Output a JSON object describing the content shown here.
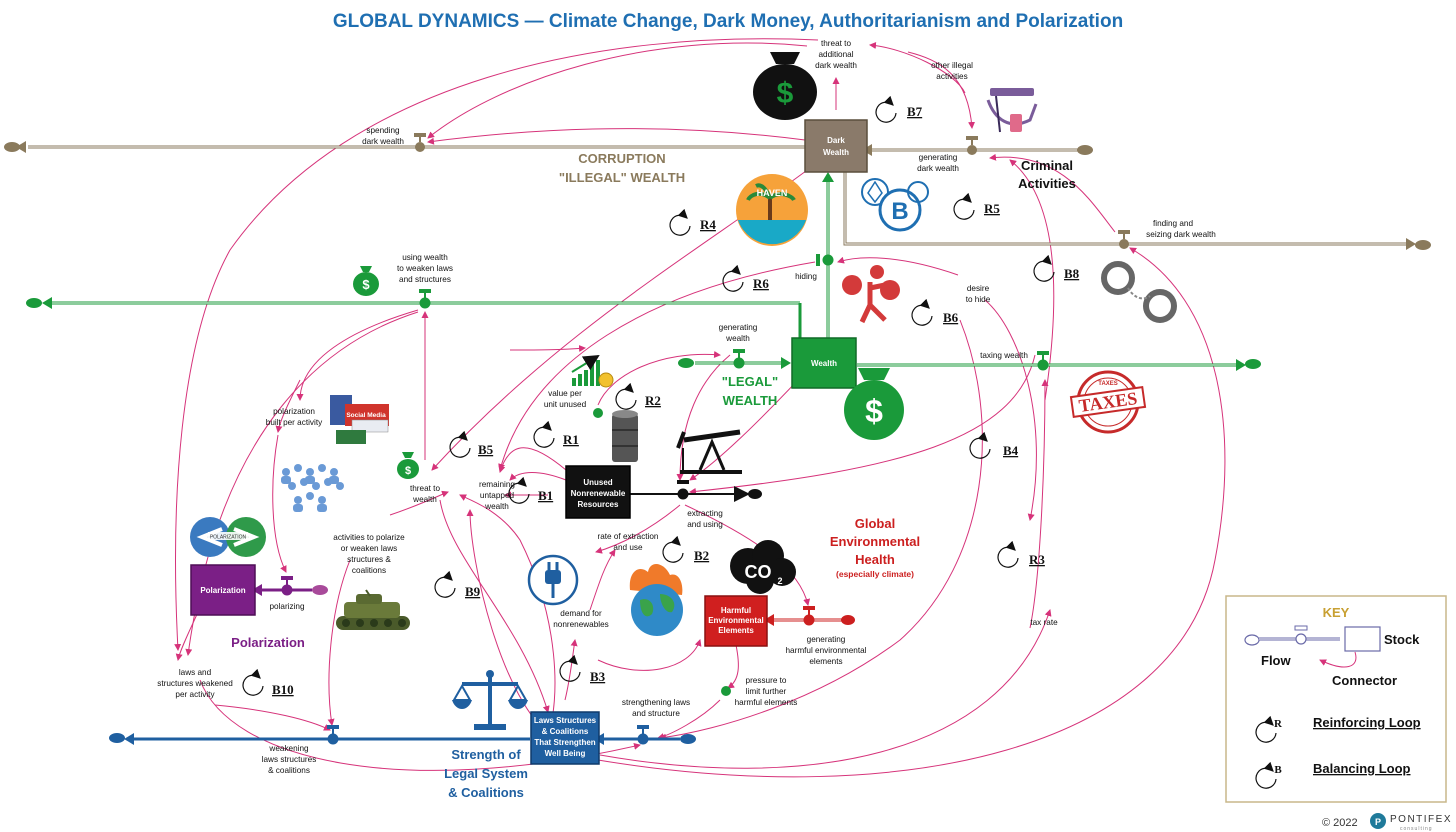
{
  "title": "GLOBAL DYNAMICS — Climate Change, Dark Money, Authoritarianism and Polarization",
  "sections": {
    "corruption": [
      "CORRUPTION",
      "\"ILLEGAL\" WEALTH"
    ],
    "criminal": [
      "Criminal",
      "Activities"
    ],
    "legal": [
      "\"LEGAL\"",
      "WEALTH"
    ],
    "environment": [
      "Global",
      "Environmental",
      "Health"
    ],
    "environment_sub": "(especially climate)",
    "polarization": "Polarization",
    "legal_system": [
      "Strength of",
      "Legal System",
      "& Coalitions"
    ]
  },
  "stocks": {
    "dark_wealth": [
      "Dark",
      "Wealth"
    ],
    "wealth": [
      "Wealth"
    ],
    "unused": [
      "Unused",
      "Nonrenewable",
      "Resources"
    ],
    "harmful": [
      "Harmful",
      "Environmental",
      "Elements"
    ],
    "polarization": [
      "Polarization"
    ],
    "laws": [
      "Laws Structures",
      "& Coalitions",
      "That Strengthen",
      "Well Being"
    ]
  },
  "labels": {
    "threat_additional": [
      "threat to",
      "additional",
      "dark wealth"
    ],
    "other_illegal": [
      "other illegal",
      "activities"
    ],
    "spending_dark": [
      "spending",
      "dark wealth"
    ],
    "generating_dark": [
      "generating",
      "dark wealth"
    ],
    "finding_seizing": [
      "finding and",
      "seizing dark wealth"
    ],
    "using_wealth": [
      "using wealth",
      "to weaken laws",
      "and structures"
    ],
    "hiding": [
      "hiding"
    ],
    "desire_hide": [
      "desire",
      "to hide"
    ],
    "generating_wealth": [
      "generating",
      "wealth"
    ],
    "taxing_wealth": [
      "taxing wealth"
    ],
    "value_per_unit": [
      "value per",
      "unit unused"
    ],
    "polarization_built": [
      "polarization",
      "built per activity"
    ],
    "threat_wealth": [
      "threat to",
      "wealth"
    ],
    "remaining": [
      "remaining",
      "untapped",
      "wealth"
    ],
    "extracting": [
      "extracting",
      "and using"
    ],
    "activities_polarize": [
      "activities to polarize",
      "or weaken laws",
      "structures &",
      "coalitions"
    ],
    "rate_extraction": [
      "rate of extraction",
      "and use"
    ],
    "demand": [
      "demand for",
      "nonrenewables"
    ],
    "polarizing": [
      "polarizing"
    ],
    "generating_harmful": [
      "generating",
      "harmful environmental",
      "elements"
    ],
    "tax_rate": [
      "tax rate"
    ],
    "laws_weakened": [
      "laws and",
      "structures weakened",
      "per activity"
    ],
    "pressure_limit": [
      "pressure to",
      "limit further",
      "harmful elements"
    ],
    "strengthening": [
      "strengthening laws",
      "and structure"
    ],
    "weakening": [
      "weakening",
      "laws structures",
      "& coalitions"
    ]
  },
  "loops": {
    "B7": "B7",
    "R4": "R4",
    "R5": "R5",
    "R6": "R6",
    "B6": "B6",
    "B8": "B8",
    "R2": "R2",
    "R1": "R1",
    "B5": "B5",
    "B1": "B1",
    "B4": "B4",
    "B2": "B2",
    "R3": "R3",
    "B9": "B9",
    "B3": "B3",
    "B10": "B10"
  },
  "icon_text": {
    "haven": "HAVEN",
    "co2": "CO",
    "co2_sub": "2",
    "taxes": "TAXES",
    "taxes_small": "TAXES",
    "polarization_badge": "POLARIZATION",
    "social_media": "Social Media"
  },
  "key": {
    "title": "KEY",
    "stock": "Stock",
    "flow": "Flow",
    "connector": "Connector",
    "reinforcing_letter": "R",
    "reinforcing": "Reinforcing Loop",
    "balancing_letter": "B",
    "balancing": "Balancing Loop"
  },
  "footer": {
    "copyright": "© 2022",
    "brand": "PONTIFEX",
    "brand_sub": "consulting"
  },
  "colors": {
    "title": "#1f6fb2",
    "corruption": "#8a7a5c",
    "legal_wealth": "#1a9a3a",
    "environment": "#cc1f1f",
    "polarization": "#7b1f86",
    "legal_system": "#1f5fa0",
    "connector": "#d6337a",
    "key_border": "#c9b78a",
    "key_title": "#c8a032"
  }
}
